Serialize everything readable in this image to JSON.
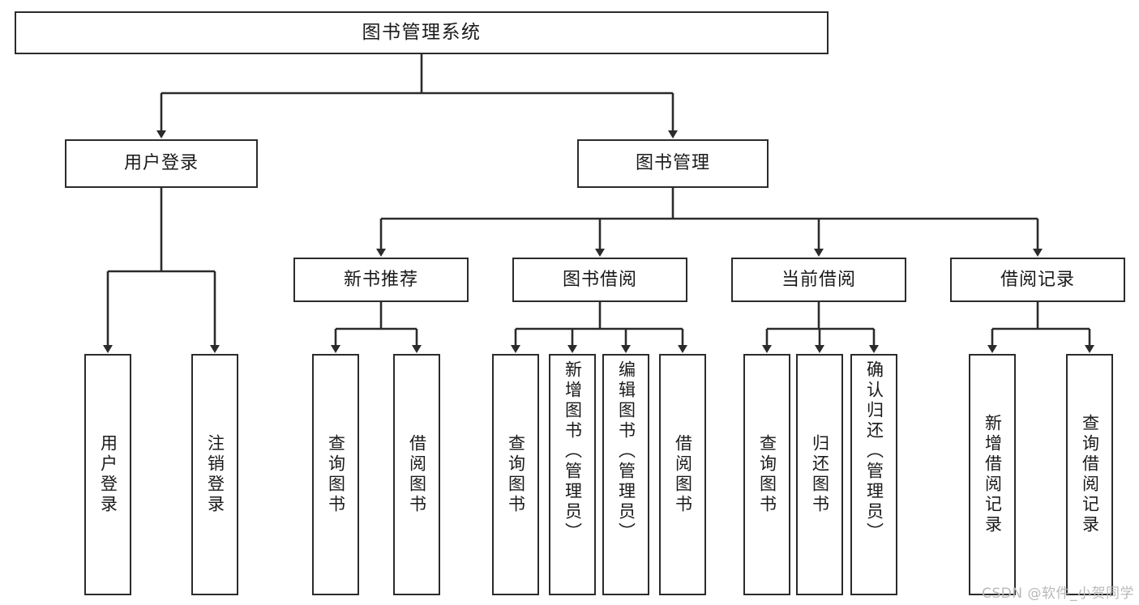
{
  "diagram": {
    "title": "图书管理系统",
    "type": "tree",
    "colors": {
      "box_border": "#2b2b2b",
      "box_fill": "#ffffff",
      "connector": "#2b2b2b",
      "text": "#1a1a1a",
      "watermark": "#b9b9b9",
      "background": "#ffffff"
    },
    "root": {
      "label": "图书管理系统"
    },
    "level1": [
      {
        "label": "用户登录"
      },
      {
        "label": "图书管理"
      }
    ],
    "level2": [
      {
        "label": "新书推荐"
      },
      {
        "label": "图书借阅"
      },
      {
        "label": "当前借阅"
      },
      {
        "label": "借阅记录"
      }
    ],
    "leaves": {
      "user_login": [
        {
          "label": "用户登录"
        },
        {
          "label": "注销登录"
        }
      ],
      "new_book_recommend": [
        {
          "label": "查询图书"
        },
        {
          "label": "借阅图书"
        }
      ],
      "book_borrow": [
        {
          "label": "查询图书"
        },
        {
          "label": "新增图书（管理员）"
        },
        {
          "label": "编辑图书（管理员）"
        },
        {
          "label": "借阅图书"
        }
      ],
      "current_borrow": [
        {
          "label": "查询图书"
        },
        {
          "label": "归还图书"
        },
        {
          "label": "确认归还（管理员）"
        }
      ],
      "borrow_record": [
        {
          "label": "新增借阅记录"
        },
        {
          "label": "查询借阅记录"
        }
      ]
    }
  },
  "watermark": {
    "text": "CSDN @软件_小贺同学"
  }
}
